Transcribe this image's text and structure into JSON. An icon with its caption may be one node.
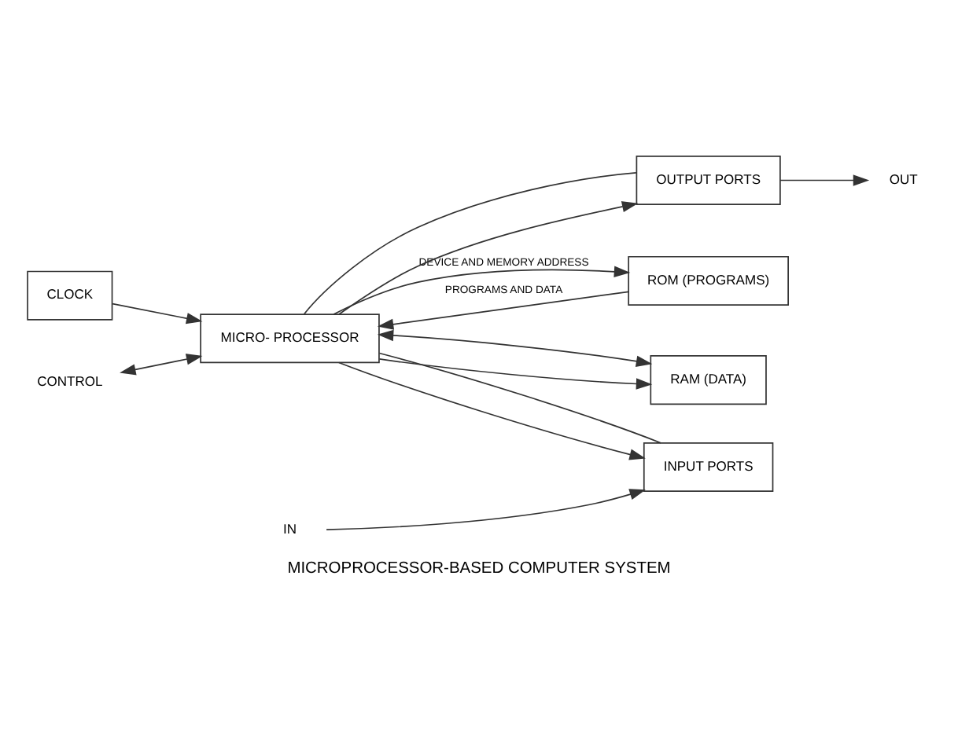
{
  "diagram": {
    "caption": "MICROPROCESSOR-BASED COMPUTER SYSTEM",
    "nodes": [
      {
        "text": [
          "CLOCK"
        ]
      },
      {
        "text": [
          "MICRO- PROCESSOR"
        ]
      },
      {
        "text": [
          "ROM (PROGRAMS)"
        ]
      },
      {
        "text": [
          "RAM (DATA)"
        ]
      },
      {
        "text": [
          "INPUT PORTS"
        ]
      },
      {
        "text": [
          "OUTPUT PORTS"
        ]
      },
      {
        "text": [
          "CONTROL"
        ]
      },
      {
        "text": [
          "IN"
        ]
      },
      {
        "text": [
          "OUT"
        ]
      }
    ],
    "edges": [
      {
        "from": 0,
        "to": 1,
        "arrow": "to"
      },
      {
        "from": 6,
        "to": 1,
        "arrow": "both"
      },
      {
        "from": 1,
        "to": 2,
        "arrow": "to",
        "label": "DEVICE AND MEMORY ADDRESS"
      },
      {
        "from": 1,
        "to": 3,
        "arrow": "to"
      },
      {
        "from": 1,
        "to": 4,
        "arrow": "to"
      },
      {
        "from": 1,
        "to": 5,
        "arrow": "to"
      },
      {
        "from": 2,
        "to": 1,
        "arrow": "to",
        "label": "PROGRAMS AND DATA"
      },
      {
        "from": 3,
        "to": 1,
        "arrow": "both"
      },
      {
        "from": 4,
        "to": 1,
        "arrow": "none"
      },
      {
        "from": 5,
        "to": 1,
        "arrow": "none"
      },
      {
        "from": 7,
        "to": 4,
        "arrow": "to"
      },
      {
        "from": 5,
        "to": 8,
        "arrow": "to"
      }
    ]
  }
}
